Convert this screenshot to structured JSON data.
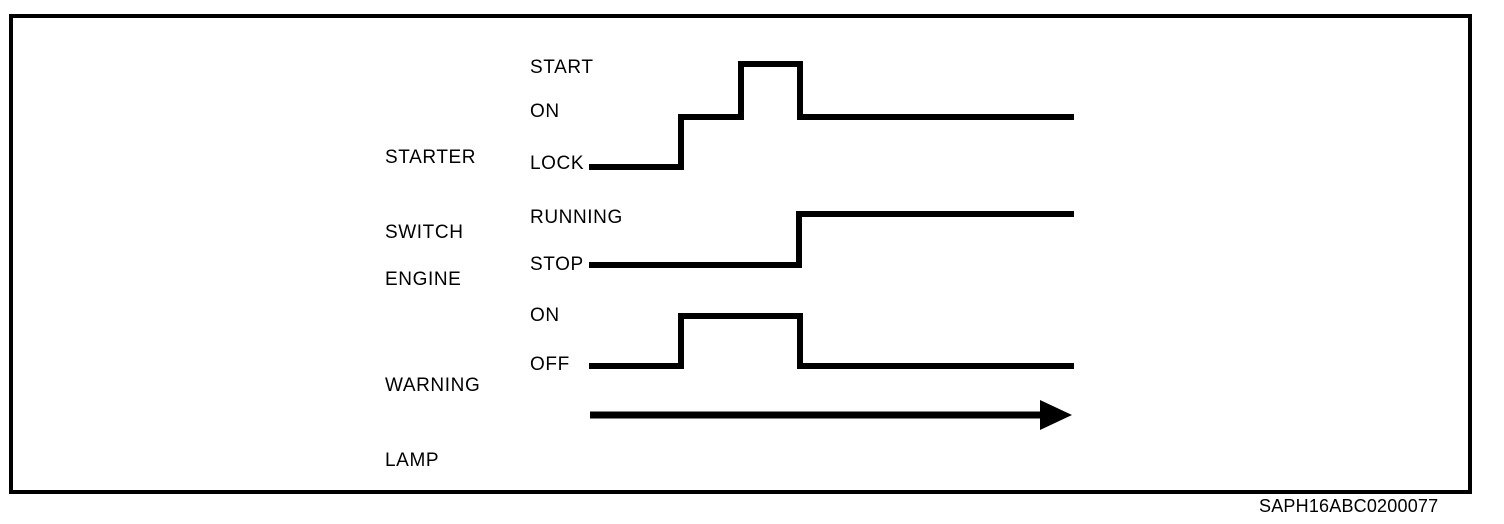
{
  "figure": {
    "id_code": "SAPH16ABC0200077",
    "frame_color": "#000000",
    "background_color": "#ffffff",
    "line_color": "#000000"
  },
  "signals": [
    {
      "name": "starter-switch",
      "label": "STARTER\nSWITCH",
      "label_line1": "STARTER",
      "label_line2": "SWITCH",
      "states": [
        {
          "key": "start",
          "label": "START"
        },
        {
          "key": "on",
          "label": "ON"
        },
        {
          "key": "lock",
          "label": "LOCK"
        }
      ]
    },
    {
      "name": "engine",
      "label": "ENGINE",
      "label_line1": "ENGINE",
      "label_line2": "",
      "states": [
        {
          "key": "running",
          "label": "RUNNING"
        },
        {
          "key": "stop",
          "label": "STOP"
        }
      ]
    },
    {
      "name": "warning-lamp",
      "label": "WARNING\nLAMP",
      "label_line1": "WARNING",
      "label_line2": "LAMP",
      "states": [
        {
          "key": "on",
          "label": "ON"
        },
        {
          "key": "off",
          "label": "OFF"
        }
      ]
    }
  ],
  "time_axis": {
    "label": "",
    "direction": "right",
    "arrow_name": "time-arrow"
  },
  "chart_data": {
    "type": "line",
    "title": "",
    "subtitle": "",
    "xlabel": "",
    "ylabel": "",
    "grid": false,
    "legend": "none",
    "description": "Starter switch / engine / warning lamp timing chart",
    "x": [
      0,
      1,
      2,
      3,
      4
    ],
    "x_tick_labels": [],
    "series": [
      {
        "name": "STARTER SWITCH",
        "levels": [
          "LOCK",
          "ON",
          "START"
        ],
        "steps": [
          {
            "x_start": 0,
            "x_end": 1,
            "level": "LOCK"
          },
          {
            "x_start": 1,
            "x_end": 2,
            "level": "ON"
          },
          {
            "x_start": 2,
            "x_end": 3,
            "level": "START"
          },
          {
            "x_start": 3,
            "x_end": 4,
            "level": "ON"
          }
        ]
      },
      {
        "name": "ENGINE",
        "levels": [
          "STOP",
          "RUNNING"
        ],
        "steps": [
          {
            "x_start": 0,
            "x_end": 3,
            "level": "STOP"
          },
          {
            "x_start": 3,
            "x_end": 4,
            "level": "RUNNING"
          }
        ]
      },
      {
        "name": "WARNING LAMP",
        "levels": [
          "OFF",
          "ON"
        ],
        "steps": [
          {
            "x_start": 0,
            "x_end": 1,
            "level": "OFF"
          },
          {
            "x_start": 1,
            "x_end": 3,
            "level": "ON"
          },
          {
            "x_start": 3,
            "x_end": 4,
            "level": "OFF"
          }
        ]
      }
    ]
  }
}
